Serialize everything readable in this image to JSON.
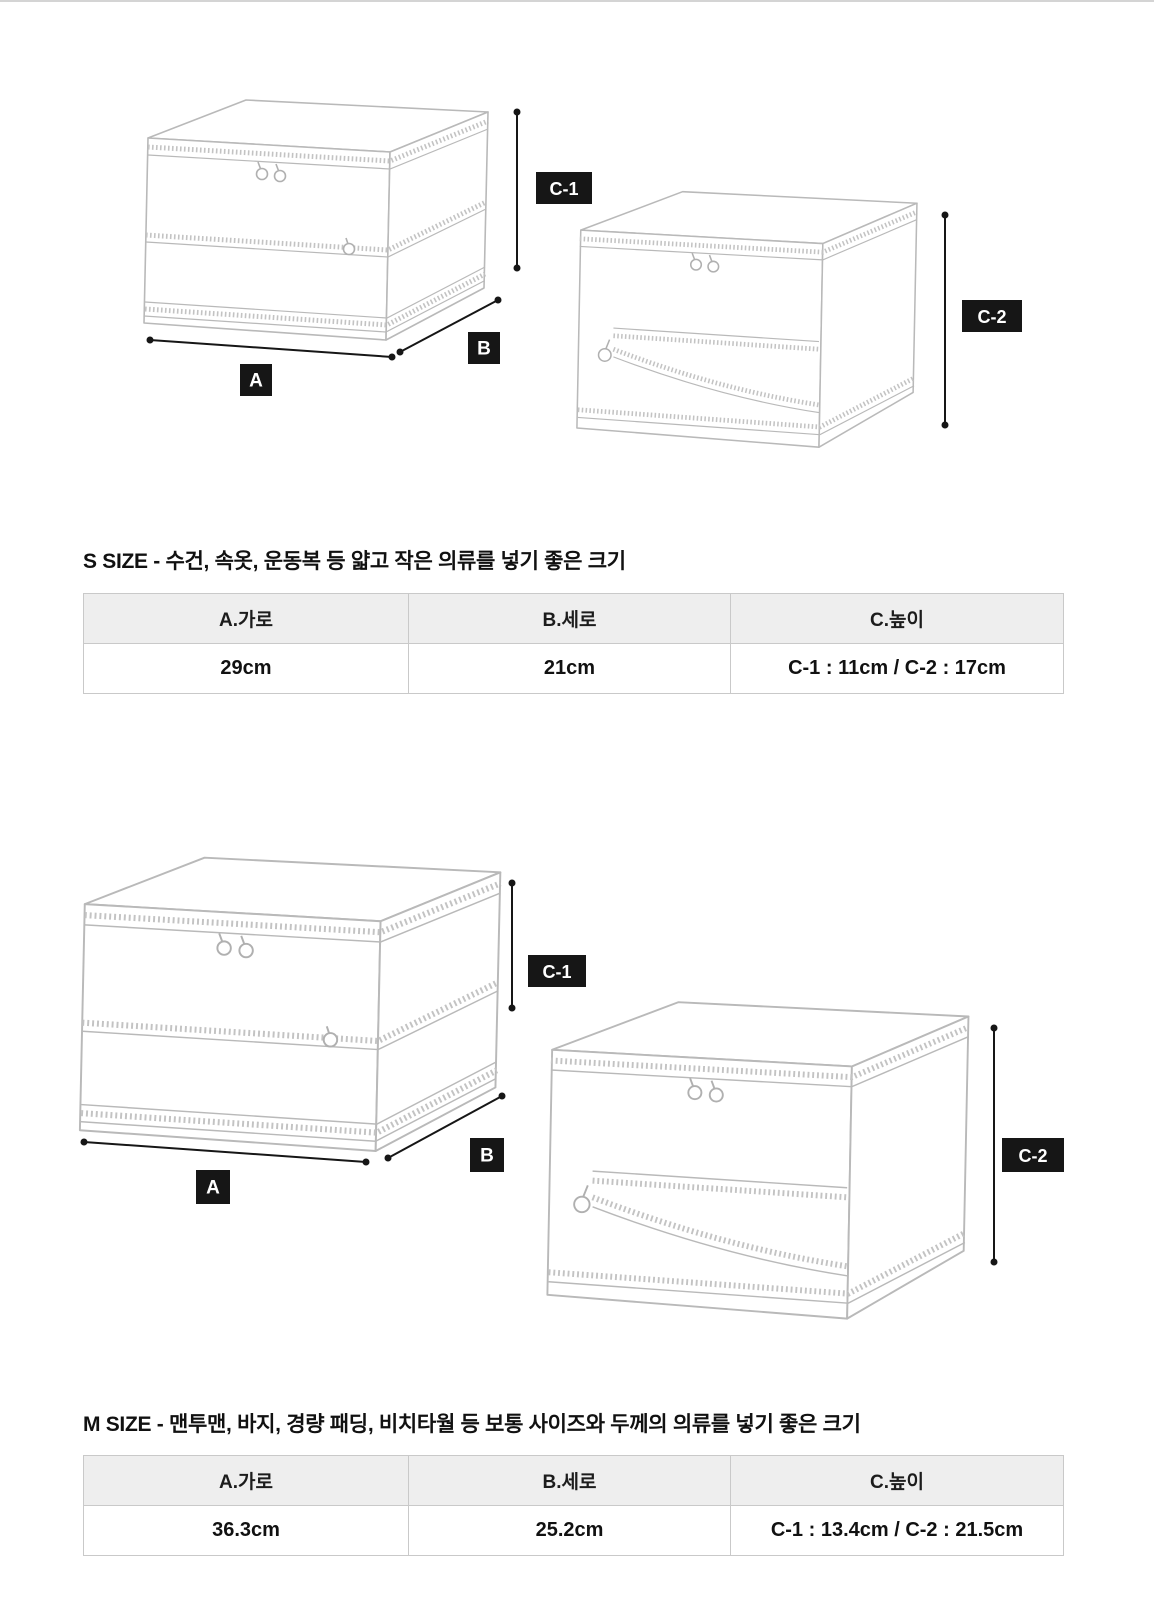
{
  "colors": {
    "line_art": "#b9b9b9",
    "zipper": "#c3c3c3",
    "dimension": "#161616",
    "label_bg": "#161616",
    "table_header_bg": "#eeeeee",
    "table_border": "#c9c9c9"
  },
  "sections": [
    {
      "title": "S SIZE - 수건, 속옷, 운동복 등 얇고 작은 의류를 넣기 좋은 크기",
      "labels": {
        "a": "A",
        "b": "B",
        "c1": "C-1",
        "c2": "C-2"
      },
      "table": {
        "headers": [
          "A.가로",
          "B.세로",
          "C.높이"
        ],
        "row": [
          "29cm",
          "21cm",
          "C-1 : 11cm / C-2 : 17cm"
        ]
      }
    },
    {
      "title": "M SIZE - 맨투맨, 바지, 경량 패딩, 비치타월 등 보통 사이즈와 두께의 의류를 넣기 좋은 크기",
      "labels": {
        "a": "A",
        "b": "B",
        "c1": "C-1",
        "c2": "C-2"
      },
      "table": {
        "headers": [
          "A.가로",
          "B.세로",
          "C.높이"
        ],
        "row": [
          "36.3cm",
          "25.2cm",
          "C-1 : 13.4cm / C-2 : 21.5cm"
        ]
      }
    }
  ]
}
